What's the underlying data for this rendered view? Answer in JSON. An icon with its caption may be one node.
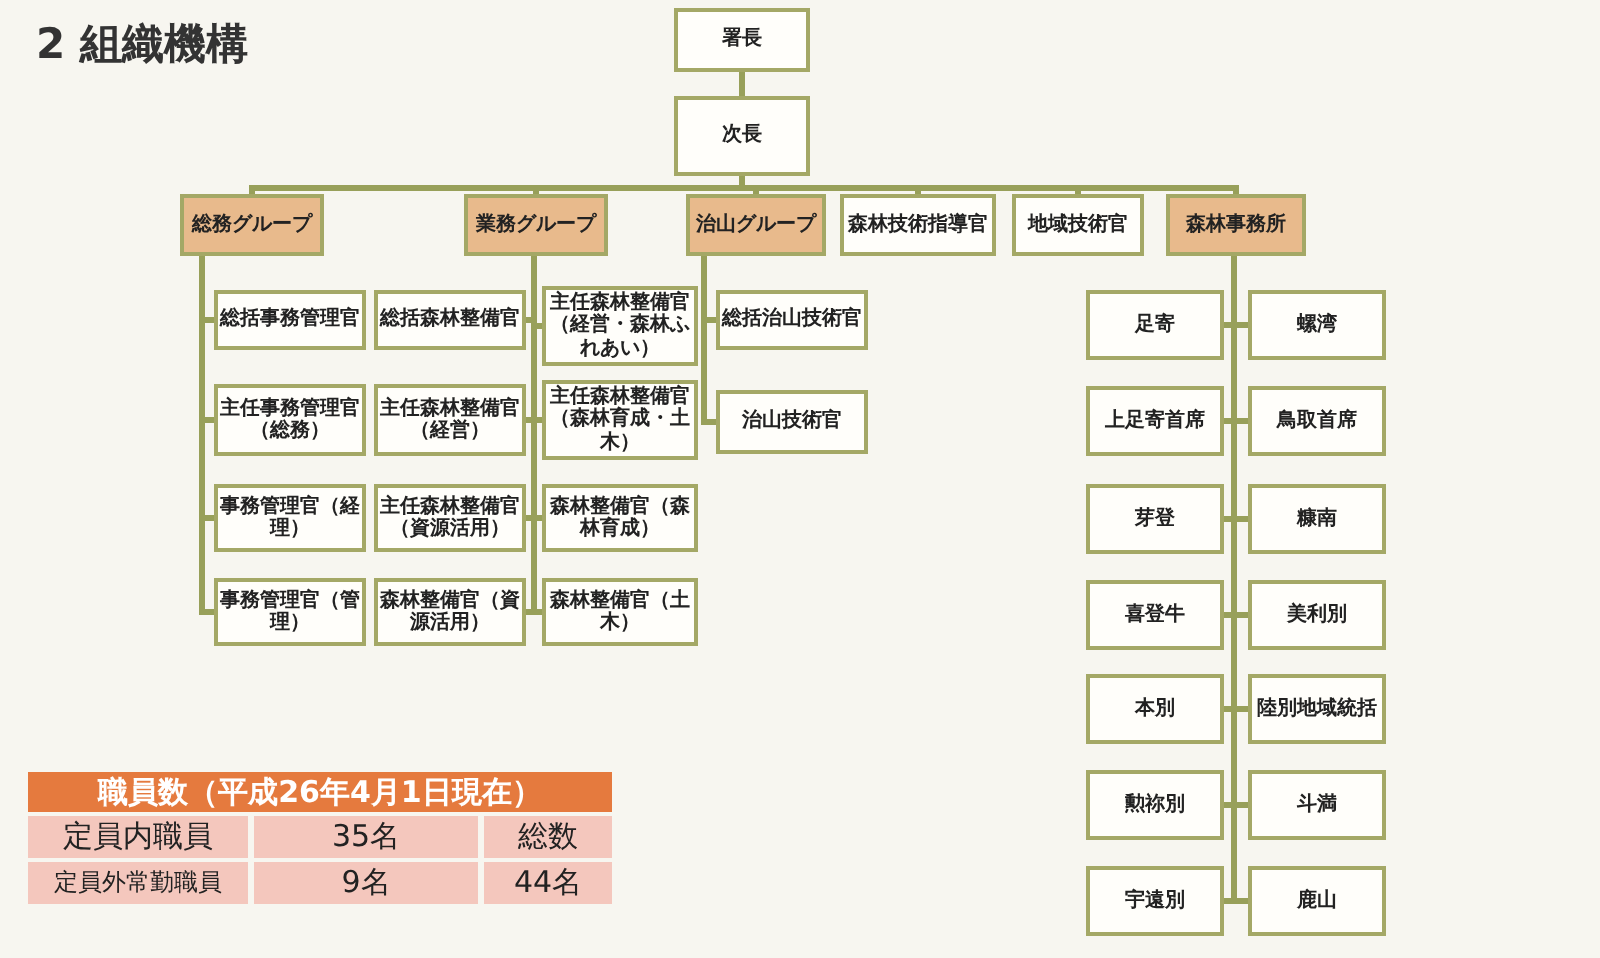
{
  "diagram": {
    "title": "2 組織機構",
    "nodes": [
      {
        "text": [
          "署長"
        ]
      },
      {
        "text": [
          "次長"
        ]
      },
      {
        "text": [
          "総務グループ"
        ]
      },
      {
        "text": [
          "業務グループ"
        ]
      },
      {
        "text": [
          "治山グループ"
        ]
      },
      {
        "text": [
          "森林技術指導官"
        ]
      },
      {
        "text": [
          "地域技術官"
        ]
      },
      {
        "text": [
          "森林事務所"
        ]
      },
      {
        "text": [
          "総括事務管理官"
        ]
      },
      {
        "text": [
          "主任事務管理官（総務）"
        ]
      },
      {
        "text": [
          "事務管理官（経理）"
        ]
      },
      {
        "text": [
          "事務管理官（管理）"
        ]
      },
      {
        "text": [
          "総括森林整備官"
        ]
      },
      {
        "text": [
          "主任森林整備官（経営）"
        ]
      },
      {
        "text": [
          "主任森林整備官（資源活用）"
        ]
      },
      {
        "text": [
          "森林整備官（資源活用）"
        ]
      },
      {
        "text": [
          "主任森林整備官（経営・森林ふれあい）"
        ]
      },
      {
        "text": [
          "主任森林整備官（森林育成・土木）"
        ]
      },
      {
        "text": [
          "森林整備官（森林育成）"
        ]
      },
      {
        "text": [
          "森林整備官（土木）"
        ]
      },
      {
        "text": [
          "総括治山技術官"
        ]
      },
      {
        "text": [
          "治山技術官"
        ]
      },
      {
        "text": [
          "足寄"
        ]
      },
      {
        "text": [
          "螺湾"
        ]
      },
      {
        "text": [
          "上足寄首席"
        ]
      },
      {
        "text": [
          "鳥取首席"
        ]
      },
      {
        "text": [
          "芽登"
        ]
      },
      {
        "text": [
          "糠南"
        ]
      },
      {
        "text": [
          "喜登牛"
        ]
      },
      {
        "text": [
          "美利別"
        ]
      },
      {
        "text": [
          "本別"
        ]
      },
      {
        "text": [
          "陸別地域統括"
        ]
      },
      {
        "text": [
          "勲祢別"
        ]
      },
      {
        "text": [
          "斗満"
        ]
      },
      {
        "text": [
          "宇遠別"
        ]
      },
      {
        "text": [
          "鹿山"
        ]
      }
    ],
    "edges": [
      {
        "from": 0,
        "to": 1,
        "arrow": "none"
      },
      {
        "from": 1,
        "to": 2,
        "arrow": "none"
      },
      {
        "from": 1,
        "to": 3,
        "arrow": "none"
      },
      {
        "from": 1,
        "to": 4,
        "arrow": "none"
      },
      {
        "from": 1,
        "to": 5,
        "arrow": "none"
      },
      {
        "from": 1,
        "to": 6,
        "arrow": "none"
      },
      {
        "from": 1,
        "to": 7,
        "arrow": "none"
      },
      {
        "from": 2,
        "to": 8,
        "arrow": "none"
      },
      {
        "from": 2,
        "to": 9,
        "arrow": "none"
      },
      {
        "from": 2,
        "to": 10,
        "arrow": "none"
      },
      {
        "from": 2,
        "to": 11,
        "arrow": "none"
      },
      {
        "from": 3,
        "to": 12,
        "arrow": "none"
      },
      {
        "from": 3,
        "to": 13,
        "arrow": "none"
      },
      {
        "from": 3,
        "to": 14,
        "arrow": "none"
      },
      {
        "from": 3,
        "to": 15,
        "arrow": "none"
      },
      {
        "from": 3,
        "to": 16,
        "arrow": "none"
      },
      {
        "from": 3,
        "to": 17,
        "arrow": "none"
      },
      {
        "from": 3,
        "to": 18,
        "arrow": "none"
      },
      {
        "from": 3,
        "to": 19,
        "arrow": "none"
      },
      {
        "from": 4,
        "to": 20,
        "arrow": "none"
      },
      {
        "from": 4,
        "to": 21,
        "arrow": "none"
      },
      {
        "from": 7,
        "to": 22,
        "arrow": "none"
      },
      {
        "from": 7,
        "to": 23,
        "arrow": "none"
      },
      {
        "from": 7,
        "to": 24,
        "arrow": "none"
      },
      {
        "from": 7,
        "to": 25,
        "arrow": "none"
      },
      {
        "from": 7,
        "to": 26,
        "arrow": "none"
      },
      {
        "from": 7,
        "to": 27,
        "arrow": "none"
      },
      {
        "from": 7,
        "to": 28,
        "arrow": "none"
      },
      {
        "from": 7,
        "to": 29,
        "arrow": "none"
      },
      {
        "from": 7,
        "to": 30,
        "arrow": "none"
      },
      {
        "from": 7,
        "to": 31,
        "arrow": "none"
      },
      {
        "from": 7,
        "to": 32,
        "arrow": "none"
      },
      {
        "from": 7,
        "to": 33,
        "arrow": "none"
      },
      {
        "from": 7,
        "to": 34,
        "arrow": "none"
      },
      {
        "from": 7,
        "to": 35,
        "arrow": "none"
      }
    ],
    "labels": [
      "職員数（平成26年4月1日現在）",
      "定員内職員",
      "35名",
      "総数",
      "定員外常勤職員",
      "9名",
      "44名"
    ]
  }
}
